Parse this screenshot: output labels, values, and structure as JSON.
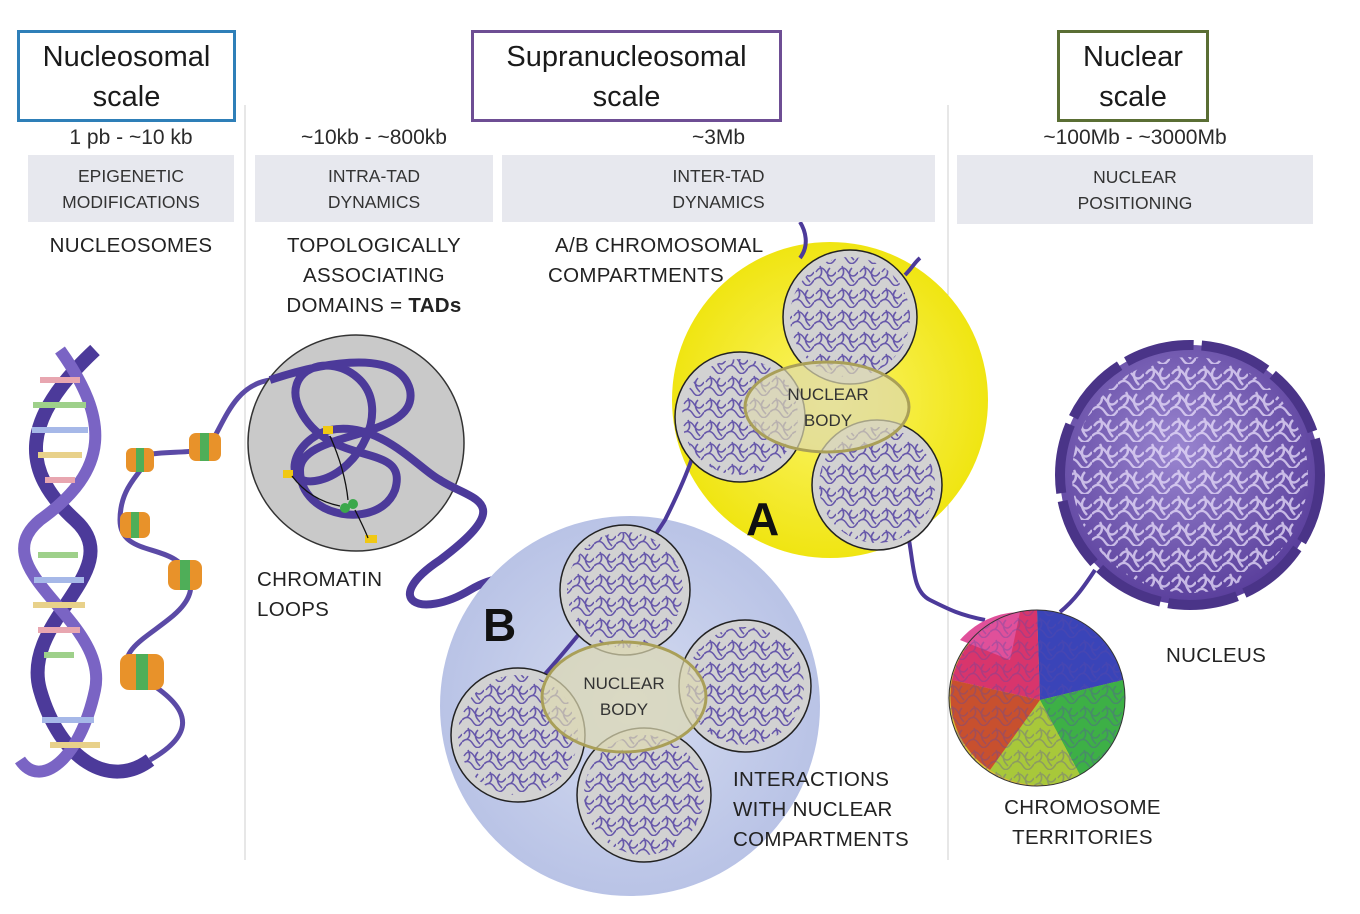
{
  "headers": {
    "nucleosomal": {
      "label": "Nucleosomal scale",
      "line1": "Nucleosomal",
      "line2": "scale",
      "border_color": "#2e7fb8"
    },
    "supranucleosomal": {
      "label": "Supranucleosomal scale",
      "line1": "Supranucleosomal",
      "line2": "scale",
      "border_color": "#6e4e94"
    },
    "nuclear": {
      "label": "Nuclear scale",
      "line1": "Nuclear",
      "line2": "scale",
      "border_color": "#5a6e34"
    }
  },
  "ranges": {
    "col1": "1 pb - ~10 kb",
    "col2": "~10kb - ~800kb",
    "col3": "~3Mb",
    "col4": "~100Mb - ~3000Mb"
  },
  "bands": {
    "col1": {
      "line1": "EPIGENETIC",
      "line2": "MODIFICATIONS"
    },
    "col2": {
      "line1": "INTRA-TAD",
      "line2": "DYNAMICS"
    },
    "col3": {
      "line1": "INTER-TAD",
      "line2": "DYNAMICS"
    },
    "col4": {
      "line1": "NUCLEAR",
      "line2": "POSITIONING"
    }
  },
  "labels": {
    "nucleosomes": "NUCLEOSOMES",
    "tads_line1": "TOPOLOGICALLY",
    "tads_line2": "ASSOCIATING",
    "tads_line3_prefix": "DOMAINS = ",
    "tads_line3_bold": "TADs",
    "compartments_line1": "A/B CHROMOSOMAL",
    "compartments_line2": "COMPARTMENTS",
    "loops_line1": "CHROMATIN",
    "loops_line2": "LOOPS",
    "nuclear_body_line1": "NUCLEAR",
    "nuclear_body_line2": "BODY",
    "compartment_a": "A",
    "compartment_b": "B",
    "interactions_line1": "INTERACTIONS",
    "interactions_line2": "WITH NUCLEAR",
    "interactions_line3": "COMPARTMENTS",
    "territories_line1": "CHROMOSOME",
    "territories_line2": "TERRITORIES",
    "nucleus": "NUCLEUS"
  },
  "colors": {
    "chromatin": "#5b4aa6",
    "compartment_a": "#f4ec1e",
    "compartment_b": "#c3cbe6",
    "tad_fill": "#c9c9c9",
    "band_bg": "#e7e8ee"
  }
}
